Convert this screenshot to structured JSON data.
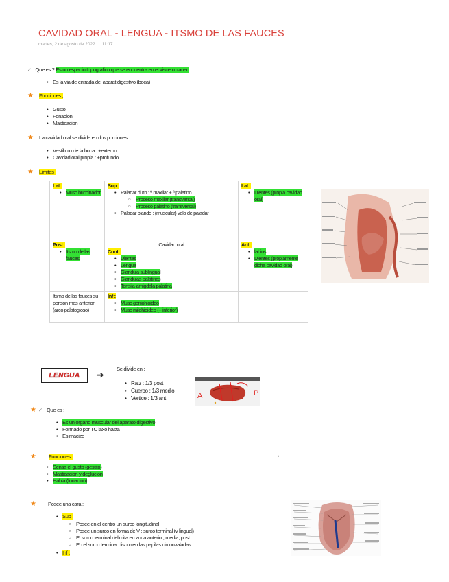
{
  "header": {
    "title": "CAVIDAD ORAL - LENGUA - ITSMO DE LAS FAUCES",
    "date": "martes, 2 de agosto de 2022",
    "time": "11:17"
  },
  "cavidad": {
    "q_label": "Que es ?",
    "q_answer": "Es un espacio topografico que se encuentra en el viscerocraneo",
    "q_bullet": "Es la via de entrada del aparat digestivo (boca)",
    "funciones_label": "Funciones ;",
    "funciones": [
      "Gusto",
      "Fonacion",
      "Masticacion"
    ],
    "divide_label": "La cavidad oral se divide en dos porciones :",
    "divide": [
      "Vestibulo de la boca : +externo",
      "Cavidad oral propia :  +profundo"
    ],
    "limites_label": "Limites :"
  },
  "limites_table": {
    "lat_left": {
      "head": "Lat :",
      "items": [
        "Musc buccinador"
      ]
    },
    "sup": {
      "head": "Sup :",
      "item1": "Paladar duro : ª maxilar + ª palatino",
      "sub1": "Proceso maxilar (transversal)",
      "sub2": "Proceso palatino (transversal)",
      "item2": "Paladar blando : (muscular) velo de paladar"
    },
    "lat_right": {
      "head": "Lat :",
      "items": [
        "Dientes (propia cavidad oral)"
      ]
    },
    "post": {
      "head": "Post :",
      "items": [
        "Itsmo de las fauces"
      ]
    },
    "center": {
      "title": "Cavidad oral",
      "head": "Cont :",
      "items": [
        "Dientes",
        "Lengua",
        "Glandula sublingual",
        "Glandulas palatinas",
        "Tonsila-amigdala palatina"
      ]
    },
    "ant": {
      "head": "Ant :",
      "items": [
        "labios",
        "Dientes (propiamente dicha cavidad oral)"
      ]
    },
    "itsmo_note": "Itsmo de las fauces su porcion mas anterior: (arco palatogloso)",
    "inf": {
      "head": "Inf :",
      "items": [
        "Musc geniohioideo",
        "Musc milohioideo  (+ inferior)"
      ]
    }
  },
  "lengua": {
    "box_label": "LENGUA",
    "arrow": "➜",
    "divide_label": "Se divide en :",
    "divide": [
      "Raiz : 1/3 post",
      "Cuerpo : 1/3 medio",
      "Vertice : 1/3 ant"
    ],
    "img_letters": {
      "a": "A",
      "p": "P"
    },
    "q_label": "Que es :",
    "q_items": [
      "Es un organo muscular del aparato digestivo",
      "Formado por TC laxo hasta",
      "Es macizo"
    ],
    "funciones_label": "Funciones :",
    "funciones": [
      "Sensa el gusto (gestito)",
      "Masticacion y deglucion",
      "Habla (fonacion)"
    ],
    "cara_label": "Posee una cara :",
    "sup_label": "Sup :",
    "sup_items": [
      "Posee en el centro un surco longitudinal",
      "Posee un surco en forma de V : surco terminal (v lingual)",
      "El surco terminal  delimita en zona anterior; media; post",
      "En el surco terminal discurren las papilas circunvaladas"
    ],
    "inf_label": "Inf :"
  },
  "colors": {
    "title": "#d9413b",
    "highlight_green": "#33e033",
    "highlight_yellow": "#ffee00",
    "star": "#f08a1c"
  },
  "icons": [
    "star-icon",
    "check-icon",
    "arrow-right-icon"
  ]
}
